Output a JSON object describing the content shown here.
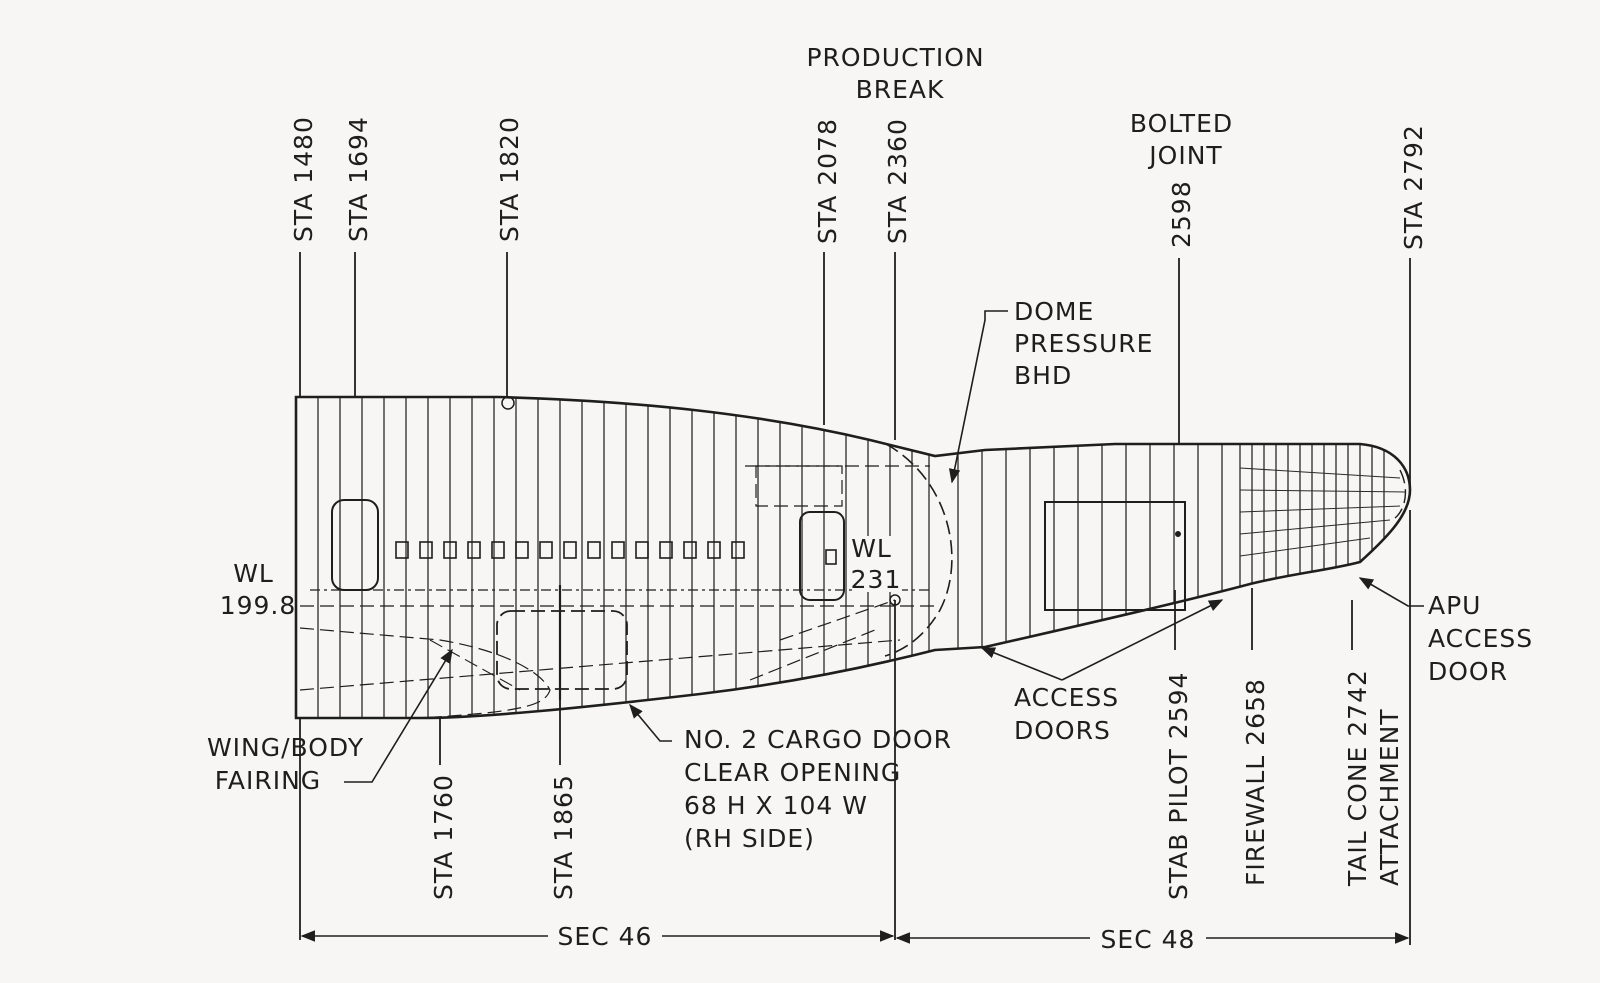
{
  "headings": {
    "production_break": [
      "PRODUCTION",
      "BREAK"
    ],
    "bolted_joint": [
      "BOLTED",
      "JOINT"
    ]
  },
  "stations_top": {
    "sta1480": "STA 1480",
    "sta1694": "STA 1694",
    "sta1820": "STA 1820",
    "sta2078": "STA 2078",
    "sta2360": "STA 2360",
    "sta2598": "2598",
    "sta2792": "STA 2792"
  },
  "stations_bottom": {
    "sta1760": "STA 1760",
    "sta1865": "STA 1865",
    "stab_pilot": "STAB PILOT 2594",
    "firewall": "FIREWALL 2658",
    "tail_cone": [
      "TAIL CONE 2742",
      "ATTACHMENT"
    ]
  },
  "callouts": {
    "dome": [
      "DOME",
      "PRESSURE",
      "BHD"
    ],
    "wl_left": [
      "WL",
      "199.8"
    ],
    "wl_right": [
      "WL",
      "231"
    ],
    "wing_body": [
      "WING/BODY",
      "FAIRING"
    ],
    "cargo_door": [
      "NO. 2 CARGO DOOR",
      "CLEAR OPENING",
      "68 H X 104 W",
      "(RH SIDE)"
    ],
    "access_doors": [
      "ACCESS",
      "DOORS"
    ],
    "apu": [
      "APU",
      "ACCESS",
      "DOOR"
    ]
  },
  "sections": {
    "sec46": "SEC 46",
    "sec48": "SEC 48"
  }
}
